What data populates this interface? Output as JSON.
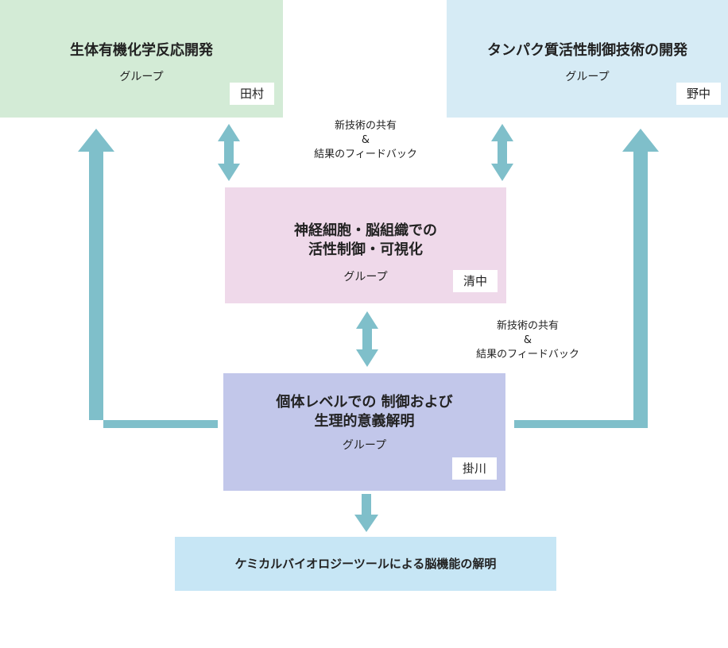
{
  "groups": {
    "tamura": {
      "title": "生体有機化学反応開発",
      "subtitle": "グループ",
      "tag": "田村"
    },
    "nonaka": {
      "title": "タンパク質活性制御技術の開発",
      "subtitle": "グループ",
      "tag": "野中"
    },
    "kiyonaka": {
      "title_line1": "神経細胞・脳組織での",
      "title_line2": "活性制御・可視化",
      "subtitle": "グループ",
      "tag": "清中"
    },
    "kakegawa": {
      "title_line1": "個体レベルでの 制御および",
      "title_line2": "生理的意義解明",
      "subtitle": "グループ",
      "tag": "掛川"
    }
  },
  "outcome": {
    "title": "ケミカルバイオロジーツールによる脳機能の解明"
  },
  "notes": {
    "upper": {
      "line1": "新技術の共有",
      "line2": "&",
      "line3": "結果のフィードバック"
    },
    "lower": {
      "line1": "新技術の共有",
      "line2": "&",
      "line3": "結果のフィードバック"
    }
  },
  "colors": {
    "arrow": "#7fbfca",
    "tamura_box": "#d3ebd6",
    "nonaka_box": "#d6ebf5",
    "kiyonaka_box": "#efd9ea",
    "kakegawa_box": "#c2c7ea",
    "outcome_box": "#c7e6f5"
  }
}
